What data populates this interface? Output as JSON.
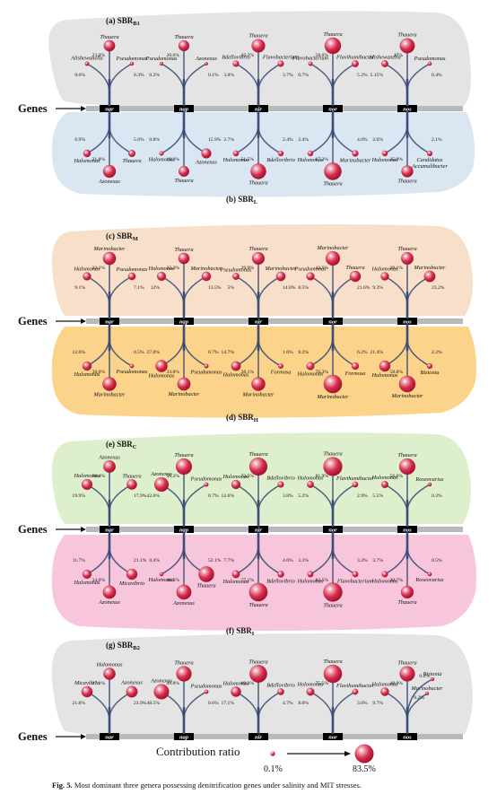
{
  "colors": {
    "grey": "#e4e4e4",
    "blue": "#dbe6f3",
    "peach": "#f8dfc9",
    "yellow": "#fbd38a",
    "green": "#ddefcd",
    "pink": "#f8c6dc",
    "bar": "#b9b9b9",
    "gene_box": "#000000",
    "circle": "#d32f4e",
    "stem": "#3a4e78"
  },
  "genes_label": "Genes",
  "panels": {
    "a": {
      "title_main": "(a) SBR",
      "title_sub": "B1"
    },
    "b": {
      "title_main": "(b) SBR",
      "title_sub": "L"
    },
    "c": {
      "title_main": "(c) SBR",
      "title_sub": "M"
    },
    "d": {
      "title_main": "(d) SBR",
      "title_sub": "H"
    },
    "e": {
      "title_main": "(e) SBR",
      "title_sub": "C"
    },
    "f": {
      "title_main": "(f) SBR",
      "title_sub": "I"
    },
    "g": {
      "title_main": "(g) SBR",
      "title_sub": "B2"
    }
  },
  "blocks": [
    {
      "genes": [
        "nar",
        "nap",
        "nir",
        "nor",
        "nos"
      ],
      "upper": [
        [
          {
            "genus": "Alishewanella",
            "pct": "0.6%",
            "value": 0.6
          },
          {
            "genus": "Thauera",
            "pct": "23.0%",
            "value": 23.0
          },
          {
            "genus": "Pseudomonas",
            "pct": "0.3%",
            "value": 0.3
          }
        ],
        [
          {
            "genus": "Pseudomonas",
            "pct": "0.2%",
            "value": 0.2
          },
          {
            "genus": "Thauera",
            "pct": "20.6%",
            "value": 20.6
          },
          {
            "genus": "Azonexus",
            "pct": "0.1%",
            "value": 0.1
          }
        ],
        [
          {
            "genus": "Bdellovibrio",
            "pct": "3.8%",
            "value": 3.8
          },
          {
            "genus": "Thauera",
            "pct": "36.2%",
            "value": 36.2
          },
          {
            "genus": "Flavobacterium",
            "pct": "3.7%",
            "value": 3.7
          }
        ],
        [
          {
            "genus": "Flavobacterium",
            "pct": "0.7%",
            "value": 0.7
          },
          {
            "genus": "Thauera",
            "pct": "58.6%",
            "value": 58.6
          },
          {
            "genus": "Flavihumibacter",
            "pct": "5.2%",
            "value": 5.2
          }
        ],
        [
          {
            "genus": "Alishewanella",
            "pct": "5.15%",
            "value": 5.15
          },
          {
            "genus": "Thauera",
            "pct": "47%",
            "value": 47
          },
          {
            "genus": "Pseudomonas",
            "pct": "0.4%",
            "value": 0.4
          }
        ]
      ],
      "lower": [
        [
          {
            "genus": "Halomonas",
            "pct": "6.9%",
            "value": 6.9
          },
          {
            "genus": "Azonexus",
            "pct": "31.8%",
            "value": 31.8
          },
          {
            "genus": "Thauera",
            "pct": "5.6%",
            "value": 5.6
          }
        ],
        [
          {
            "genus": "Halomonas",
            "pct": "0.8%",
            "value": 0.8
          },
          {
            "genus": "Thauera",
            "pct": "19.3%",
            "value": 19.3
          },
          {
            "genus": "Azonexus",
            "pct": "15.9%",
            "value": 15.9
          }
        ],
        [
          {
            "genus": "Halomonas",
            "pct": "2.7%",
            "value": 2.7
          },
          {
            "genus": "Thauera",
            "pct": "51.5%",
            "value": 51.5
          },
          {
            "genus": "Bdellovibrio",
            "pct": "2.4%",
            "value": 2.4
          }
        ],
        [
          {
            "genus": "Halomonas",
            "pct": "2.4%",
            "value": 2.4
          },
          {
            "genus": "Thauera",
            "pct": "67.3%",
            "value": 67.3
          },
          {
            "genus": "Marinobacter",
            "pct": "4.0%",
            "value": 4.0
          }
        ],
        [
          {
            "genus": "Halomonas",
            "pct": "2.6%",
            "value": 2.6
          },
          {
            "genus": "Thauera",
            "pct": "25.9%",
            "value": 25.9
          },
          {
            "genus": "Candidatus Accumulibacter",
            "pct": "2.1%",
            "value": 2.1
          }
        ]
      ]
    },
    {
      "genes": [
        "nar",
        "nap",
        "nir",
        "nor",
        "nos"
      ],
      "upper": [
        [
          {
            "genus": "Halomonas",
            "pct": "9.1%",
            "value": 9.1
          },
          {
            "genus": "Marinobacter",
            "pct": "33.1%",
            "value": 33.1
          },
          {
            "genus": "Pseudomonas",
            "pct": "7.1%",
            "value": 7.1
          }
        ],
        [
          {
            "genus": "Halomonas",
            "pct": "12%",
            "value": 12
          },
          {
            "genus": "Thauera",
            "pct": "22.3%",
            "value": 22.3
          },
          {
            "genus": "Marinobacter",
            "pct": "13.5%",
            "value": 13.5
          }
        ],
        [
          {
            "genus": "Pseudomonas",
            "pct": "5%",
            "value": 5
          },
          {
            "genus": "Thauera",
            "pct": "29.9%",
            "value": 29.9
          },
          {
            "genus": "Marinobacter",
            "pct": "14.0%",
            "value": 14.0
          }
        ],
        [
          {
            "genus": "Pseudomonas",
            "pct": "8.5%",
            "value": 8.5
          },
          {
            "genus": "Marinobacter",
            "pct": "42.5%",
            "value": 42.5
          },
          {
            "genus": "Thauera",
            "pct": "21.6%",
            "value": 21.6
          }
        ],
        [
          {
            "genus": "Halomonas",
            "pct": "9.3%",
            "value": 9.3
          },
          {
            "genus": "Thauera",
            "pct": "29.1%",
            "value": 29.1
          },
          {
            "genus": "Marinobacter",
            "pct": "23.2%",
            "value": 23.2
          }
        ]
      ],
      "lower": [
        [
          {
            "genus": "Halomonas",
            "pct": "12.6%",
            "value": 12.6
          },
          {
            "genus": "Marinobacter",
            "pct": "38.6%",
            "value": 38.6
          },
          {
            "genus": "Pseudomonas",
            "pct": "0.5%",
            "value": 0.5
          }
        ],
        [
          {
            "genus": "Halomonas",
            "pct": "27.0%",
            "value": 27.0
          },
          {
            "genus": "Marinobacter",
            "pct": "33.8%",
            "value": 33.8
          },
          {
            "genus": "Pseudomonas",
            "pct": "0.7%",
            "value": 0.7
          }
        ],
        [
          {
            "genus": "Halomonas",
            "pct": "14.7%",
            "value": 14.7
          },
          {
            "genus": "Marinobacter",
            "pct": "38.1%",
            "value": 38.1
          },
          {
            "genus": "Formosa",
            "pct": "1.6%",
            "value": 1.6
          }
        ],
        [
          {
            "genus": "Halomonas",
            "pct": "8.2%",
            "value": 8.2
          },
          {
            "genus": "Marinobacter",
            "pct": "76.3%",
            "value": 76.3
          },
          {
            "genus": "Formosa",
            "pct": "6.2%",
            "value": 6.2
          }
        ],
        [
          {
            "genus": "Halomonas",
            "pct": "21.4%",
            "value": 21.4
          },
          {
            "genus": "Marinobacter",
            "pct": "58.8%",
            "value": 58.8
          },
          {
            "genus": "Bizionia",
            "pct": "2.2%",
            "value": 2.2
          }
        ]
      ]
    },
    {
      "genes": [
        "nar",
        "nap",
        "nir",
        "nor",
        "nos"
      ],
      "upper": [
        [
          {
            "genus": "Halomonas",
            "pct": "19.9%",
            "value": 19.9
          },
          {
            "genus": "Azonexus",
            "pct": "28.4%",
            "value": 28.4
          },
          {
            "genus": "Thauera",
            "pct": "17.9%",
            "value": 17.9
          }
        ],
        [
          {
            "genus": "Azonexus",
            "pct": "42.6%",
            "value": 42.6
          },
          {
            "genus": "Thauera",
            "pct": "56.2%",
            "value": 56.2
          },
          {
            "genus": "Pseudomonas",
            "pct": "0.7%",
            "value": 0.7
          }
        ],
        [
          {
            "genus": "Halomonas",
            "pct": "12.6%",
            "value": 12.6
          },
          {
            "genus": "Thauera",
            "pct": "73.5%",
            "value": 73.5
          },
          {
            "genus": "Bdellovibrio",
            "pct": "3.8%",
            "value": 3.8
          }
        ],
        [
          {
            "genus": "Halomonas",
            "pct": "5.2%",
            "value": 5.2
          },
          {
            "genus": "Thauera",
            "pct": "81.9%",
            "value": 81.9
          },
          {
            "genus": "Flavihumibacter",
            "pct": "2.9%",
            "value": 2.9
          }
        ],
        [
          {
            "genus": "Halomonas",
            "pct": "5.5%",
            "value": 5.5
          },
          {
            "genus": "Thauera",
            "pct": "56.6%",
            "value": 56.6
          },
          {
            "genus": "Roseovarius",
            "pct": "0.3%",
            "value": 0.3
          }
        ]
      ],
      "lower": [
        [
          {
            "genus": "Halomonas",
            "pct": "11.7%",
            "value": 11.7
          },
          {
            "genus": "Azonexus",
            "pct": "34.0%",
            "value": 34.0
          },
          {
            "genus": "Micavibrio",
            "pct": "21.1%",
            "value": 21.1
          }
        ],
        [
          {
            "genus": "Halomonas",
            "pct": "0.4%",
            "value": 0.4
          },
          {
            "genus": "Azonexus",
            "pct": "46.5%",
            "value": 46.5
          },
          {
            "genus": "Thauera",
            "pct": "52.1%",
            "value": 52.1
          }
        ],
        [
          {
            "genus": "Halomonas",
            "pct": "7.7%",
            "value": 7.7
          },
          {
            "genus": "Thauera",
            "pct": "77.1%",
            "value": 77.1
          },
          {
            "genus": "Bdellovibrio",
            "pct": "4.6%",
            "value": 4.6
          }
        ],
        [
          {
            "genus": "Halomonas",
            "pct": "3.3%",
            "value": 3.3
          },
          {
            "genus": "Thauera",
            "pct": "83.5%",
            "value": 83.5
          },
          {
            "genus": "Flavobacterium",
            "pct": "3.2%",
            "value": 3.2
          }
        ],
        [
          {
            "genus": "Halomonas",
            "pct": "3.7%",
            "value": 3.7
          },
          {
            "genus": "Thauera",
            "pct": "30.7%",
            "value": 30.7
          },
          {
            "genus": "Roseovarius",
            "pct": "0.5%",
            "value": 0.5
          }
        ]
      ]
    },
    {
      "genes": [
        "nar",
        "nap",
        "nir",
        "nor",
        "nos"
      ],
      "upper": [
        [
          {
            "genus": "Micavibrio",
            "pct": "21.8%",
            "value": 21.8
          },
          {
            "genus": "Halomonas",
            "pct": "27.1%",
            "value": 27.1
          },
          {
            "genus": "Azonexus",
            "pct": "23.9%",
            "value": 23.9
          }
        ],
        [
          {
            "genus": "Azonexus",
            "pct": "48.5%",
            "value": 48.5
          },
          {
            "genus": "Thauera",
            "pct": "49.8%",
            "value": 49.8
          },
          {
            "genus": "Pseudomonas",
            "pct": "0.6%",
            "value": 0.6
          }
        ],
        [
          {
            "genus": "Halomonas",
            "pct": "17.1%",
            "value": 17.1
          },
          {
            "genus": "Thauera",
            "pct": "69.3%",
            "value": 69.3
          },
          {
            "genus": "Bdellovibrio",
            "pct": "4.7%",
            "value": 4.7
          }
        ],
        [
          {
            "genus": "Halomonas",
            "pct": "8.0%",
            "value": 8.0
          },
          {
            "genus": "Thauera",
            "pct": "75.5%",
            "value": 75.5
          },
          {
            "genus": "Flavihumibacter",
            "pct": "3.0%",
            "value": 3.0
          }
        ],
        [
          {
            "genus": "Halomonas",
            "pct": "9.7%",
            "value": 9.7
          },
          {
            "genus": "Thauera",
            "pct": "48.9%",
            "value": 48.9
          },
          {
            "genus": "Marinobacter",
            "pct": "0.2%",
            "value": 0.2
          },
          {
            "genus": "Bizionia",
            "pct": "0.2%",
            "value": 0.2
          }
        ]
      ],
      "lower": []
    }
  ],
  "legend": {
    "title": "Contribution ratio",
    "min_label": "0.1%",
    "max_label": "83.5%",
    "min_value": 0.1,
    "max_value": 83.5
  },
  "caption": {
    "label": "Fig. 5.",
    "text": " Most dominant three genera possessing denitrification genes under salinity and MIT stresses."
  }
}
